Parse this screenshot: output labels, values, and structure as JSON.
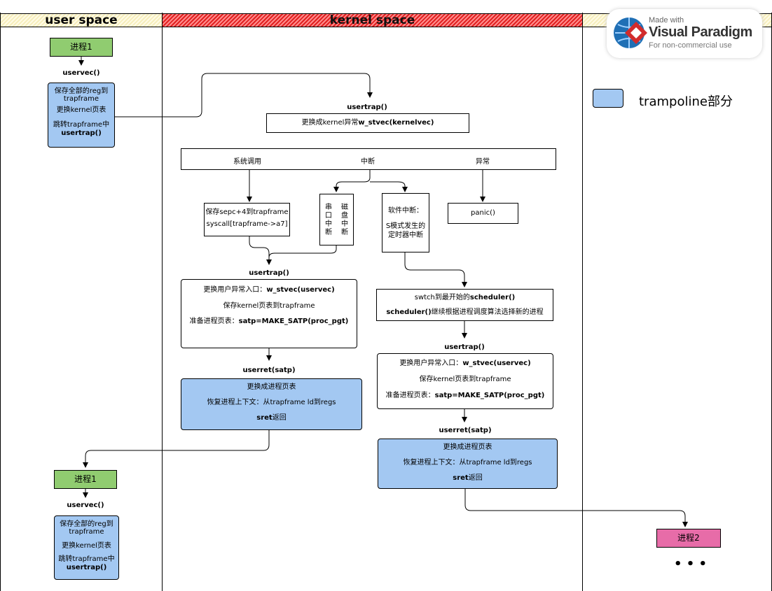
{
  "lanes": {
    "user": "user space",
    "kernel": "kernel space"
  },
  "watermark": {
    "made_with": "Made with",
    "brand": "Visual Paradigm",
    "note": "For non-commercial use"
  },
  "legend": {
    "label": "trampoline部分",
    "color": "#a3c8f2"
  },
  "colors": {
    "process_green": "#90cc70",
    "trampoline_blue": "#a3c8f2",
    "process_pink": "#e76ca8"
  },
  "user": {
    "proc_top": "进程1",
    "uservec_top_label": "uservec()",
    "uservec_top": {
      "l1": "保存全部的reg到",
      "l2": "trapframe",
      "l3": "更换kernel页表",
      "l4": "跳转trapframe中",
      "l5": "usertrap()"
    },
    "proc_bottom": "进程1",
    "uservec_bottom_label": "uservec()",
    "uservec_bottom": {
      "l1": "保存全部的reg到",
      "l2": "trapframe",
      "l3": "更换kernel页表",
      "l4": "跳转trapframe中",
      "l5": "usertrap()"
    }
  },
  "kernel": {
    "usertrap_label": "usertrap()",
    "stvec_box": {
      "pre": "更换成kernel异常",
      "bold": "w_stvec(kernelvec)"
    },
    "dispatch": {
      "syscall": "系统调用",
      "interrupt": "中断",
      "exception": "异常"
    },
    "syscall_box": {
      "l1": "保存sepc+4到trapframe",
      "l2": "syscall[trapframe->a7]"
    },
    "serial_box": {
      "c1": "串口中断",
      "c2": "磁盘中断"
    },
    "timer_box": {
      "l1": "软件中断：",
      "l2": "S模式发生的",
      "l3": "定时器中断"
    },
    "panic_box": "panic()",
    "usertrap2_label": "usertrap()",
    "ret_box_a": {
      "l1_pre": "更换用户异常入口：",
      "l1_bold": "w_stvec(uservec)",
      "l2": "保存kernel页表到trapframe",
      "l3_pre": "准备进程页表：",
      "l3_bold": "satp=MAKE_SATP(proc_pgt)"
    },
    "userret_a_label": "userret(satp)",
    "tramp_a": {
      "l1": "更换成进程页表",
      "l2": "恢复进程上下文：从trapframe ld到regs",
      "l3_bold": "sret",
      "l3_post": "返回"
    },
    "sched_box": {
      "l1_pre": "swtch到最开始的",
      "l1_bold": "scheduler()",
      "l2_bold": "scheduler()",
      "l2_post": "继续根据进程调度算法选择新的进程"
    },
    "usertrap3_label": "usertrap()",
    "ret_box_b": {
      "l1_pre": "更换用户异常入口：",
      "l1_bold": "w_stvec(uservec)",
      "l2": "保存kernel页表到trapframe",
      "l3_pre": "准备进程页表：",
      "l3_bold": "satp=MAKE_SATP(proc_pgt)"
    },
    "userret_b_label": "userret(satp)",
    "tramp_b": {
      "l1": "更换成进程页表",
      "l2": "恢复进程上下文：从trapframe ld到regs",
      "l3_bold": "sret",
      "l3_post": "返回"
    }
  },
  "tramp_lane": {
    "proc2": "进程2",
    "ellipsis": "• • •"
  }
}
